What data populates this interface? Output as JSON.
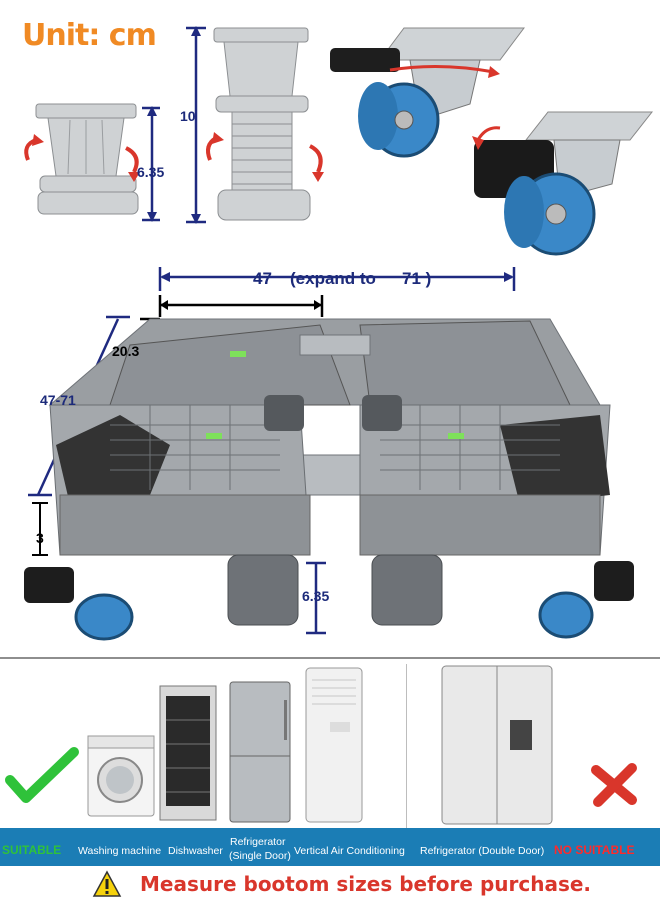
{
  "unit_label": "Unit: cm",
  "dimensions": {
    "foot_height": "6.35",
    "foot_extended": "10",
    "width": "47",
    "width_expand": "(expand to",
    "width_expand_value": "71 )",
    "inner_width": "20.3",
    "depth": "47-71",
    "frame_height": "3",
    "foot_bottom": "6.35"
  },
  "appliance_bar": {
    "suitable": "SUITABLE",
    "washing_machine": "Washing machine",
    "dishwasher": "Dishwasher",
    "refrigerator_single_line1": "Refrigerator",
    "refrigerator_single_line2": "(Single Door)",
    "vertical_ac": "Vertical Air Conditioning",
    "refrigerator_double": "Refrigerator (Double Door)",
    "not_suitable": "NO SUITABLE"
  },
  "warning": "Measure bootom sizes before purchase.",
  "colors": {
    "accent_orange": "#f08a24",
    "dimension_navy": "#1c2a7a",
    "bar_blue": "#1b7db5",
    "warning_red": "#d9362b",
    "check_green": "#2fc23a"
  }
}
